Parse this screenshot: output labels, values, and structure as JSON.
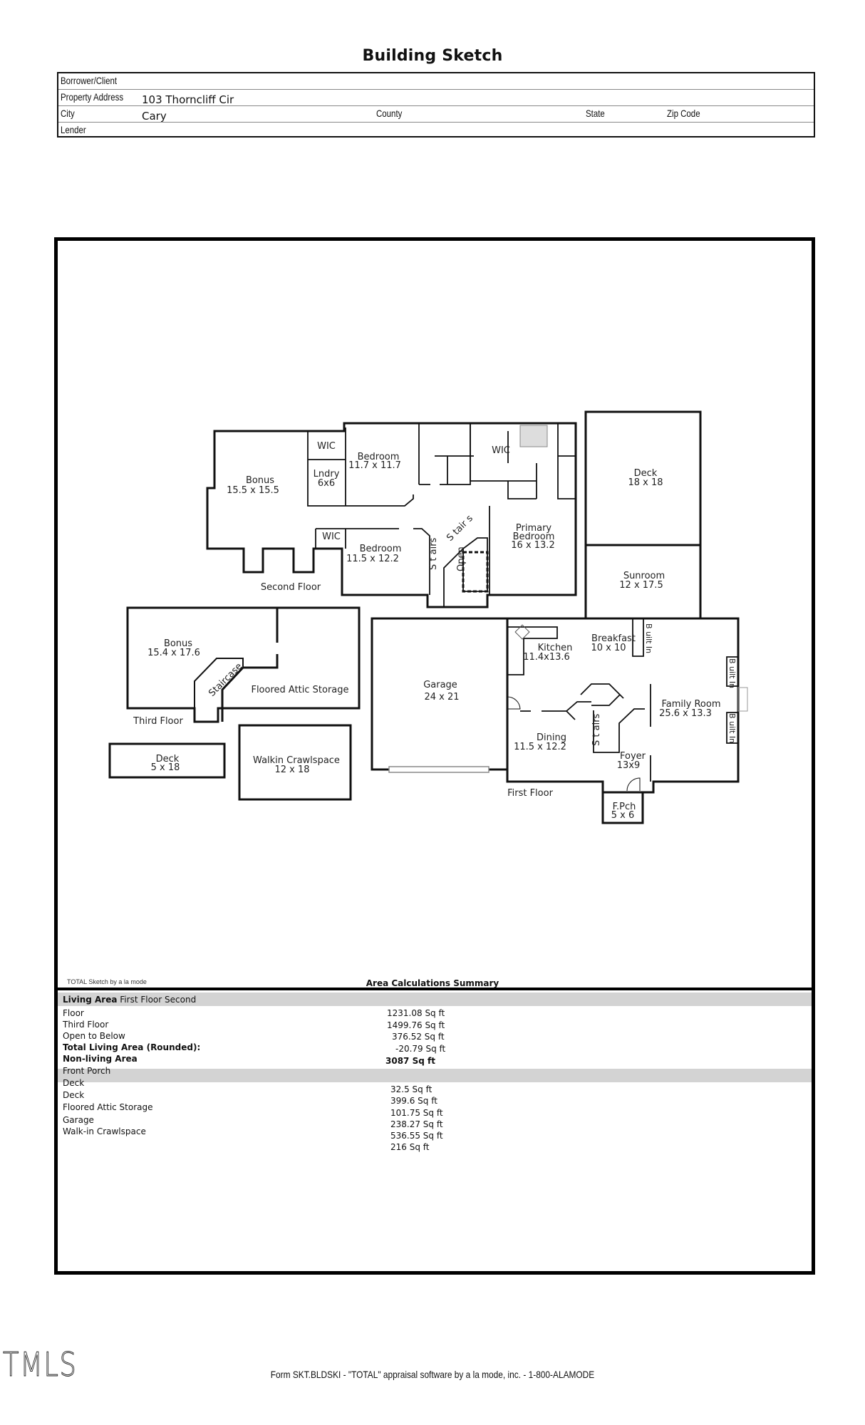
{
  "header": {
    "title": "Building Sketch",
    "fields": {
      "borrower_label": "Borrower/Client",
      "borrower_value": "",
      "address_label": "Property Address",
      "address_value": "103 Thorncliff Cir",
      "city_label": "City",
      "city_value": "Cary",
      "county_label": "County",
      "county_value": "",
      "state_label": "State",
      "state_value": "",
      "zip_label": "Zip Code",
      "zip_value": "",
      "lender_label": "Lender",
      "lender_value": ""
    }
  },
  "sketch": {
    "floor_labels": {
      "second": "Second Floor",
      "third": "Third Floor",
      "first": "First Floor"
    },
    "rooms": {
      "bonus2_name": "Bonus",
      "bonus2_dim": "15.5 x 15.5",
      "wic1": "WIC",
      "lndry_name": "Lndry",
      "lndry_dim": "6x6",
      "bed1_name": "Bedroom",
      "bed1_dim": "11.7 x 11.7",
      "wic2": "WIC",
      "wic3": "WIC",
      "bed2_name": "Bedroom",
      "bed2_dim": "11.5 x 12.2",
      "stairs2a": "S t airs",
      "stairs2b": "S tair s",
      "open": "Open",
      "primary_name1": "Primary",
      "primary_name2": "Bedroom",
      "primary_dim": "16 x 13.2",
      "deck_big_name": "Deck",
      "deck_big_dim": "18 x 18",
      "sunroom_name": "Sunroom",
      "sunroom_dim": "12 x 17.5",
      "bonus3_name": "Bonus",
      "bonus3_dim": "15.4 x 17.6",
      "staircase": "Staircase",
      "attic": "Floored Attic Storage",
      "garage_name": "Garage",
      "garage_dim": "24 x 21",
      "kitchen_name": "Kitchen",
      "kitchen_dim": "11.4x13.6",
      "breakfast_name": "Breakfast",
      "breakfast_dim": "10 x 10",
      "builtin": "B uilt In",
      "family_name": "Family Room",
      "family_dim": "25.6 x 13.3",
      "dining_name": "Dining",
      "dining_dim": "11.5 x 12.2",
      "stairs1": "S t airs",
      "foyer_name": "Foyer",
      "foyer_dim": "13x9",
      "porch_name": "F.Pch",
      "porch_dim": "5 x 6",
      "deck_small_name": "Deck",
      "deck_small_dim": "5 x 18",
      "crawl_name": "Walkin Crawlspace",
      "crawl_dim": "12 x 18"
    },
    "credit": "TOTAL Sketch by a la mode"
  },
  "area_summary": {
    "title": "Area Calculations Summary",
    "living_band": {
      "bold": "Living  Area",
      "rest": "First  Floor  Second"
    },
    "living_labels": [
      {
        "text": "Floor",
        "bold": false
      },
      {
        "text": "Third Floor",
        "bold": false
      },
      {
        "text": "Open to Below",
        "bold": false
      },
      {
        "text": "Total Living Area (Rounded):",
        "bold": true
      },
      {
        "text": "Non-living Area",
        "bold": true
      }
    ],
    "living_values": [
      "1231.08 Sq ft",
      "1499.76 Sq ft",
      "376.52 Sq ft",
      "-20.79 Sq ft"
    ],
    "total_living": "3087 Sq ft",
    "nonliving_band": "Front Porch",
    "nonliving_labels": [
      "Deck",
      "Deck",
      "Floored Attic Storage",
      "Garage",
      "Walk-in Crawlspace"
    ],
    "nonliving_values": [
      "32.5 Sq ft",
      "399.6 Sq ft",
      "101.75 Sq ft",
      "238.27 Sq ft",
      "536.55 Sq ft",
      "216 Sq ft"
    ]
  },
  "footer": {
    "logo": "TMLS",
    "form_text": "Form SKT.BLDSKI - \"TOTAL\" appraisal software by a la mode, inc. - 1-800-ALAMODE"
  }
}
